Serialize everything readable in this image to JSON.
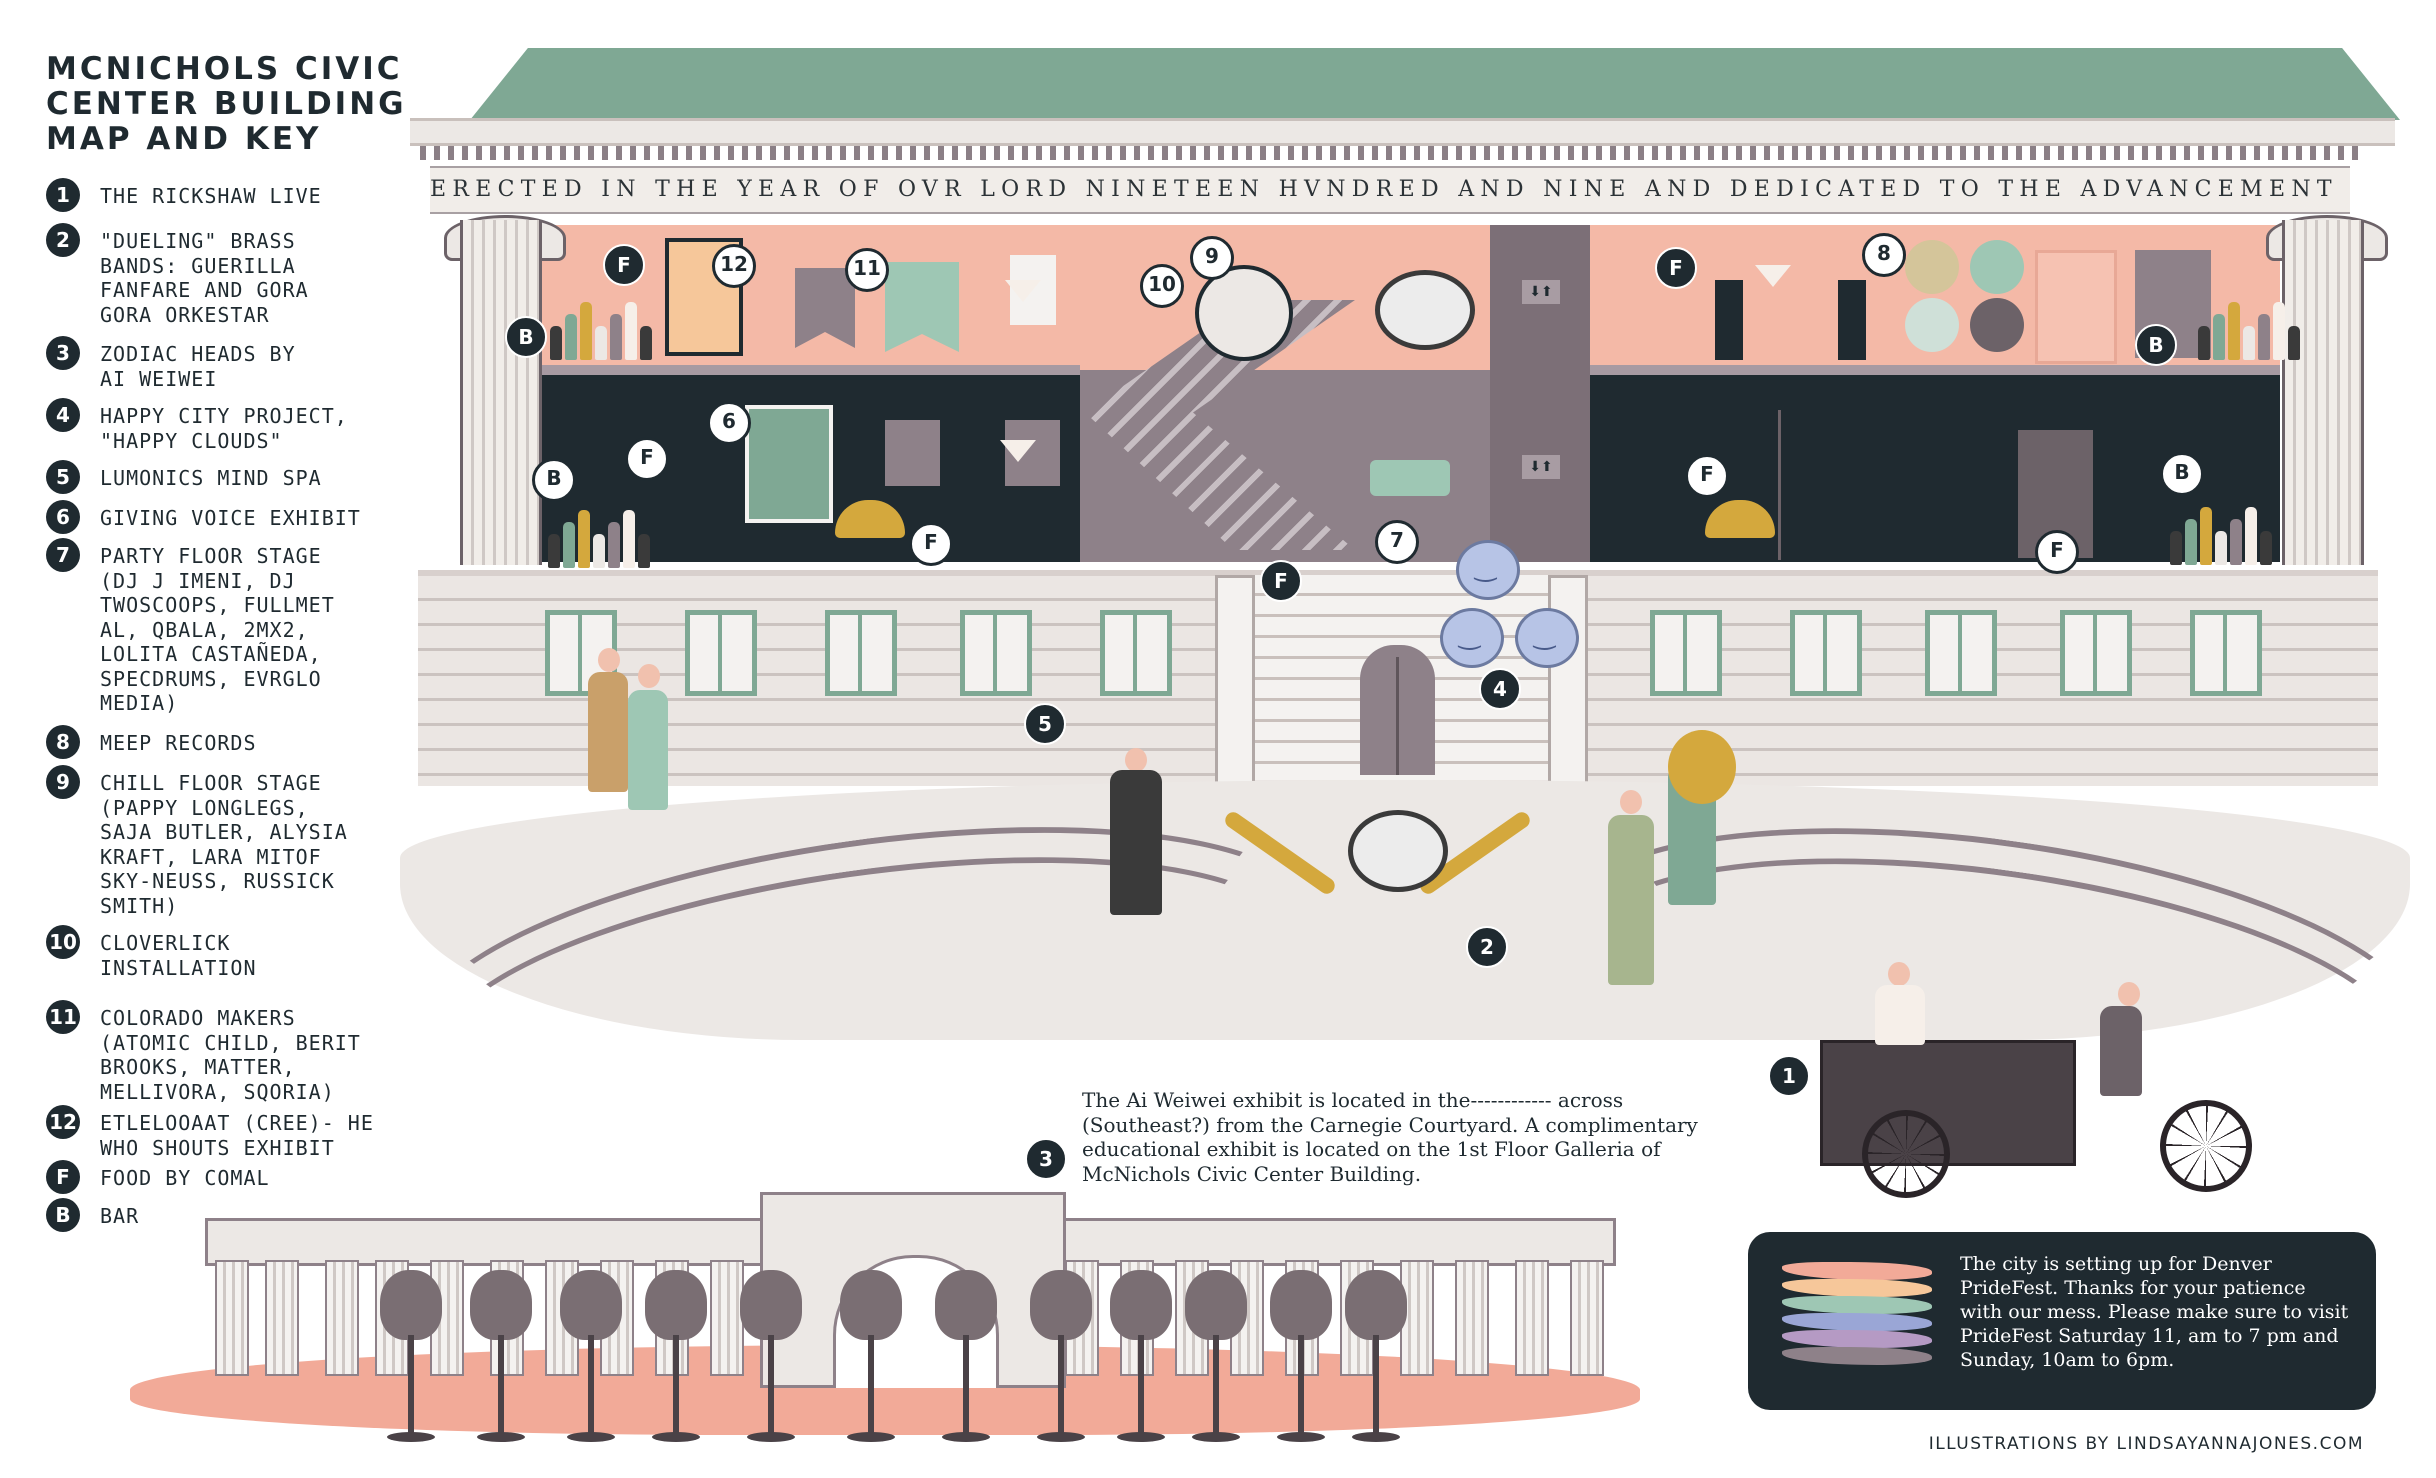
{
  "key": {
    "title_lines": [
      "MCNICHOLS CIVIC",
      "CENTER BUILDING",
      "MAP AND KEY"
    ],
    "items": [
      {
        "marker": "1",
        "lines": [
          "THE RICKSHAW LIVE"
        ]
      },
      {
        "marker": "2",
        "lines": [
          "\"DUELING\" BRASS",
          "BANDS: GUERILLA",
          "FANFARE AND GORA",
          "GORA ORKESTAR"
        ]
      },
      {
        "marker": "3",
        "lines": [
          "ZODIAC HEADS BY",
          "AI WEIWEI"
        ]
      },
      {
        "marker": "4",
        "lines": [
          "HAPPY CITY PROJECT,",
          "\"HAPPY CLOUDS\""
        ]
      },
      {
        "marker": "5",
        "lines": [
          "LUMONICS MIND SPA"
        ]
      },
      {
        "marker": "6",
        "lines": [
          "GIVING VOICE EXHIBIT"
        ]
      },
      {
        "marker": "7",
        "lines": [
          "PARTY FLOOR STAGE",
          "(DJ J IMENI, DJ",
          "TWOSCOOPS, FULLMET",
          "AL, QBALA, 2MX2,",
          "LOLITA CASTAÑEDA,",
          "SPECDRUMS, EVRGLO",
          "MEDIA)"
        ]
      },
      {
        "marker": "8",
        "lines": [
          "MEEP RECORDS"
        ]
      },
      {
        "marker": "9",
        "lines": [
          "CHILL FLOOR STAGE",
          "(PAPPY LONGLEGS,",
          "SAJA BUTLER, ALYSIA",
          "KRAFT, LARA MITOF",
          "SKY-NEUSS, RUSSICK",
          "SMITH)"
        ]
      },
      {
        "marker": "10",
        "lines": [
          "CLOVERLICK",
          "INSTALLATION"
        ]
      },
      {
        "marker": "11",
        "lines": [
          "COLORADO MAKERS",
          "(ATOMIC CHILD, BERIT",
          "BROOKS, MATTER,",
          "MELLIVORA, SQORIA)"
        ]
      },
      {
        "marker": "12",
        "lines": [
          "ETLELOOAAT (CREE)- HE",
          "WHO SHOUTS EXHIBIT"
        ]
      },
      {
        "marker": "F",
        "lines": [
          "FOOD BY COMAL"
        ]
      },
      {
        "marker": "B",
        "lines": [
          "BAR"
        ]
      }
    ]
  },
  "building": {
    "inscription": "ERECTED IN THE YEAR OF OVR LORD NINETEEN HVNDRED AND NINE AND DEDICATED TO THE ADVANCEMENT OF LEARNING",
    "elevator_icon": "⬇⬆"
  },
  "map_markers": {
    "m1": "1",
    "m2": "2",
    "m3": "3",
    "m4": "4",
    "m5": "5",
    "m6": "6",
    "m7": "7",
    "m8": "8",
    "m9": "9",
    "m10": "10",
    "m11": "11",
    "m12": "12",
    "food": "F",
    "bar": "B"
  },
  "ai_weiwei_note": {
    "lines": [
      "The Ai Weiwei exhibit is located in the------------ across",
      "(Southeast?) from the Carnegie Courtyard. A complimentary",
      "educational exhibit is located on the 1st Floor Galleria of",
      "McNichols Civic Center Building."
    ]
  },
  "pride_note": {
    "lines": [
      "The city is setting up for Denver",
      "PrideFest.  Thanks for your patience",
      "with our mess.  Please make sure to visit",
      "PrideFest Saturday 11, am to 7 pm and",
      "Sunday, 10am to 6pm."
    ],
    "flag_colors": [
      "#f2aa98",
      "#f6c79a",
      "#9ec7b4",
      "#9aa6d6",
      "#b59ac4",
      "#8e8189"
    ]
  },
  "credit": "ILLUSTRATIONS BY LINDSAYANNAJONES.COM",
  "colors": {
    "ink": "#1f2a30",
    "salmon": "#f4b9a7",
    "sage": "#7fa894",
    "mauve": "#8e8189",
    "cream": "#ece8e5",
    "brass": "#d4a83d"
  }
}
